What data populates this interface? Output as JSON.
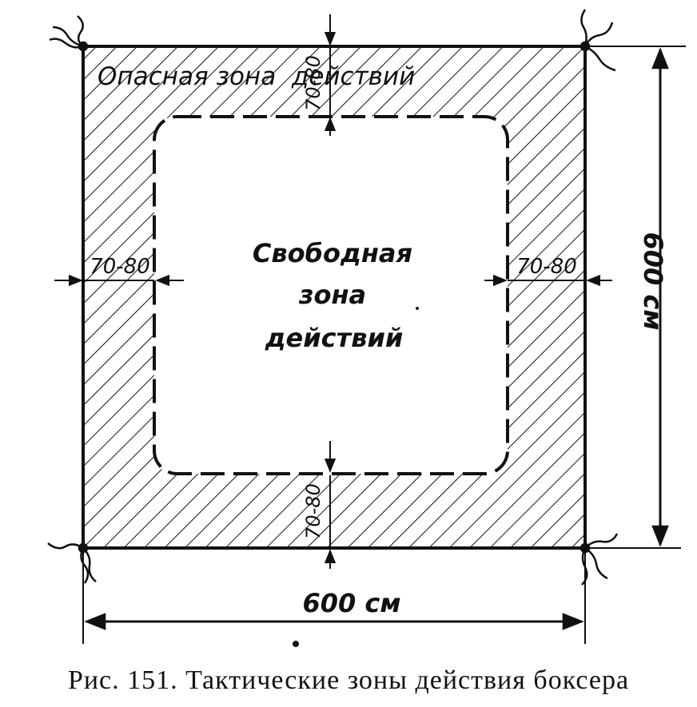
{
  "diagram": {
    "danger_zone_label": "Опасная зона  действий",
    "free_zone_label": [
      "Свободная",
      "зона",
      "действий"
    ],
    "margin_labels": {
      "top": "70-80",
      "left": "70-80",
      "right": "70-80",
      "bottom": "70-80"
    },
    "height_label": "600 см",
    "width_label": "600 см",
    "colors": {
      "ink": "#111111",
      "background": "#ffffff"
    }
  },
  "caption": "Рис. 151. Тактические зоны действия боксера"
}
